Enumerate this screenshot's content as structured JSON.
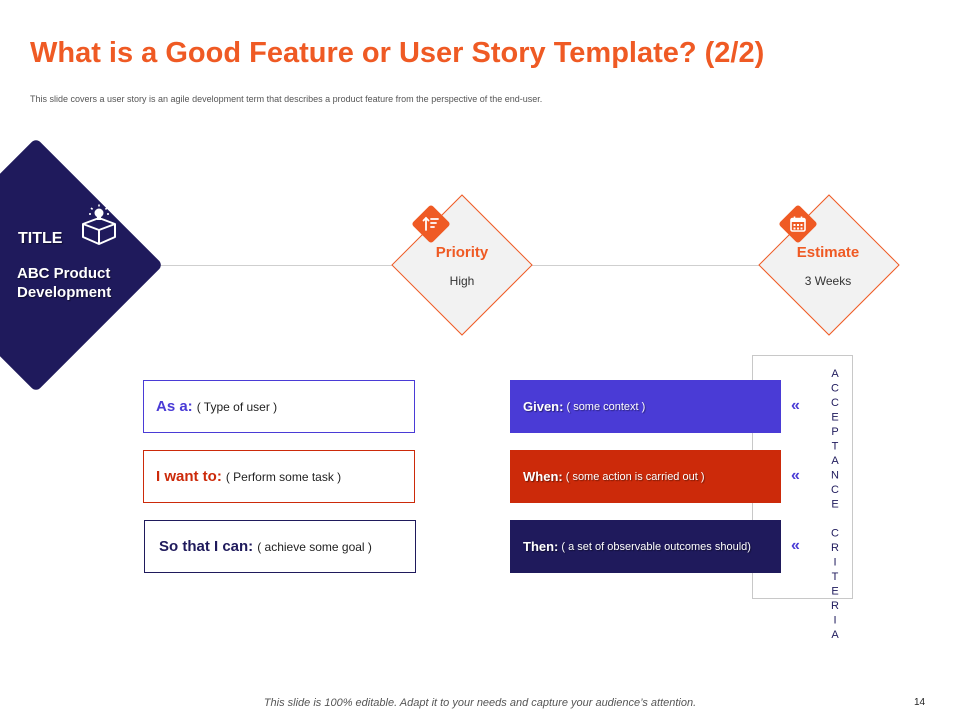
{
  "slide": {
    "title": "What is a Good Feature or User Story Template? (2/2)",
    "subtitle": "This slide covers a user story is an agile development term that describes a product feature from the perspective of the end-user.",
    "footer": "This slide is 100% editable. Adapt it to your needs and capture your audience’s attention.",
    "page_number": "14"
  },
  "title_block": {
    "label": "TITLE",
    "value": "ABC Product Development",
    "icon": "open-box-lightbulb-icon"
  },
  "nodes": [
    {
      "label": "Priority",
      "value": "High",
      "icon": "sort-priority-icon"
    },
    {
      "label": "Estimate",
      "value": "3 Weeks",
      "icon": "calendar-icon"
    }
  ],
  "story": [
    {
      "label": "As a:",
      "text": "( Type of user )",
      "label_color": "#4a3bd6",
      "border_color": "#4a3bd6"
    },
    {
      "label": "I want to:",
      "text": "( Perform some task )",
      "label_color": "#cc2a0a",
      "border_color": "#cc2a0a"
    },
    {
      "label": "So that I can:",
      "text": "( achieve some goal )",
      "label_color": "#1f1a5c",
      "border_color": "#1f1a5c"
    }
  ],
  "acceptance": {
    "heading": "ACCEPTANCE CRITERIA",
    "marker": "«",
    "items": [
      {
        "label": "Given:",
        "text": "( some context )",
        "color": "#4a3bd6"
      },
      {
        "label": "When:",
        "text": "( some action is carried out )",
        "color": "#cc2a0a"
      },
      {
        "label": "Then:",
        "text": "( a set of observable outcomes should)",
        "color": "#1f1a5c"
      }
    ]
  },
  "colors": {
    "accent": "#ef5a24",
    "navy": "#1f1a5c",
    "purple": "#4a3bd6",
    "red": "#cc2a0a"
  }
}
